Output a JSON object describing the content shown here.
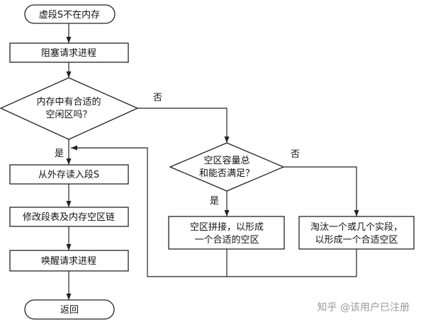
{
  "flowchart": {
    "start": "虚段S不在内存",
    "step_block": "阻塞请求进程",
    "decision1": [
      "内存中有合适的",
      "空闲区吗？"
    ],
    "decision1_no": "否",
    "decision1_yes": "是",
    "step_load": "从外存读入段S",
    "step_update": "修改段表及内存空区链",
    "step_wake": "唤醒请求进程",
    "end": "返回",
    "decision2": [
      "空区容量总",
      "和能否满足？"
    ],
    "decision2_no": "否",
    "decision2_yes": "是",
    "step_compact": [
      "空区拼接，以形成",
      "一个合适的空区"
    ],
    "step_evict": [
      "淘汰一个或几个实段，",
      "以形成一个合适空区"
    ]
  },
  "watermark": "知乎 @该用户已注册"
}
